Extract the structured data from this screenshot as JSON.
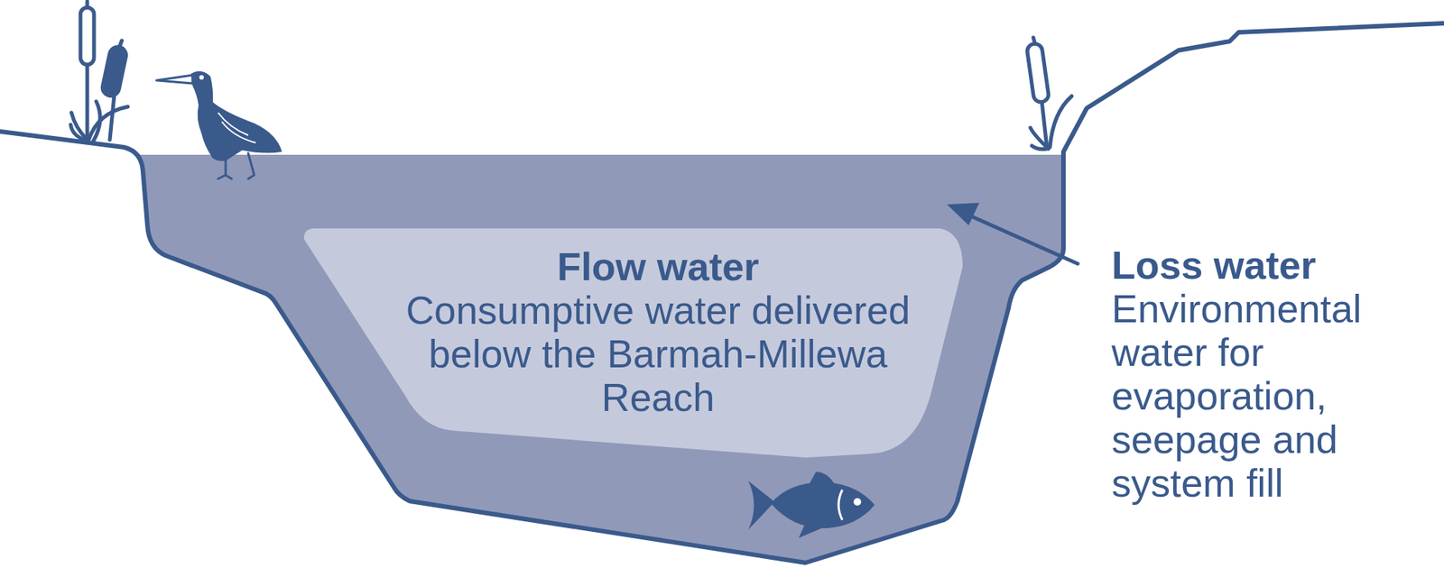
{
  "diagram": {
    "nodes": [
      {
        "text": [
          "Flow water",
          "Consumptive water delivered below the Barmah-Millewa Reach"
        ]
      }
    ],
    "labels": [
      "Loss water",
      "Environmental water for evaporation, seepage and system fill"
    ]
  }
}
